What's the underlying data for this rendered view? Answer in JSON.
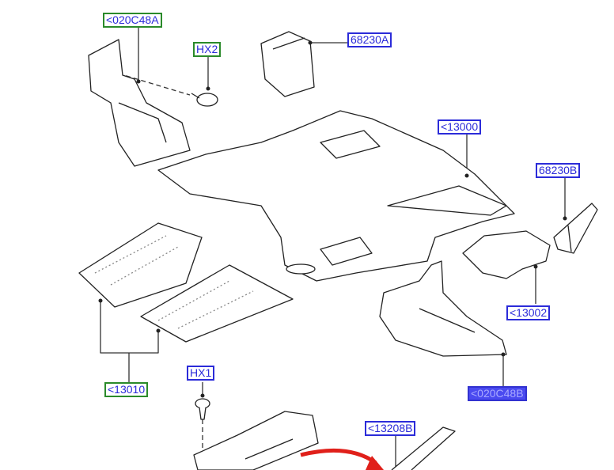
{
  "diagram": {
    "callouts": [
      {
        "id": "020C48A",
        "text": "<020C48A",
        "style": "green"
      },
      {
        "id": "HX2",
        "text": "HX2",
        "style": "green"
      },
      {
        "id": "68230A",
        "text": "68230A",
        "style": "blue"
      },
      {
        "id": "13000",
        "text": "<13000",
        "style": "blue"
      },
      {
        "id": "68230B",
        "text": "68230B",
        "style": "blue"
      },
      {
        "id": "13002",
        "text": "<13002",
        "style": "blue"
      },
      {
        "id": "020C48B",
        "text": "<020C48B",
        "style": "selected"
      },
      {
        "id": "13010",
        "text": "<13010",
        "style": "green"
      },
      {
        "id": "HX1",
        "text": "HX1",
        "style": "blue"
      },
      {
        "id": "13208B",
        "text": "<13208B",
        "style": "blue"
      }
    ],
    "colors": {
      "label_blue": "#2b2bd9",
      "label_green": "#2a8a2a",
      "selected_bg": "#4a4af0",
      "arrow": "#e0201a"
    }
  }
}
